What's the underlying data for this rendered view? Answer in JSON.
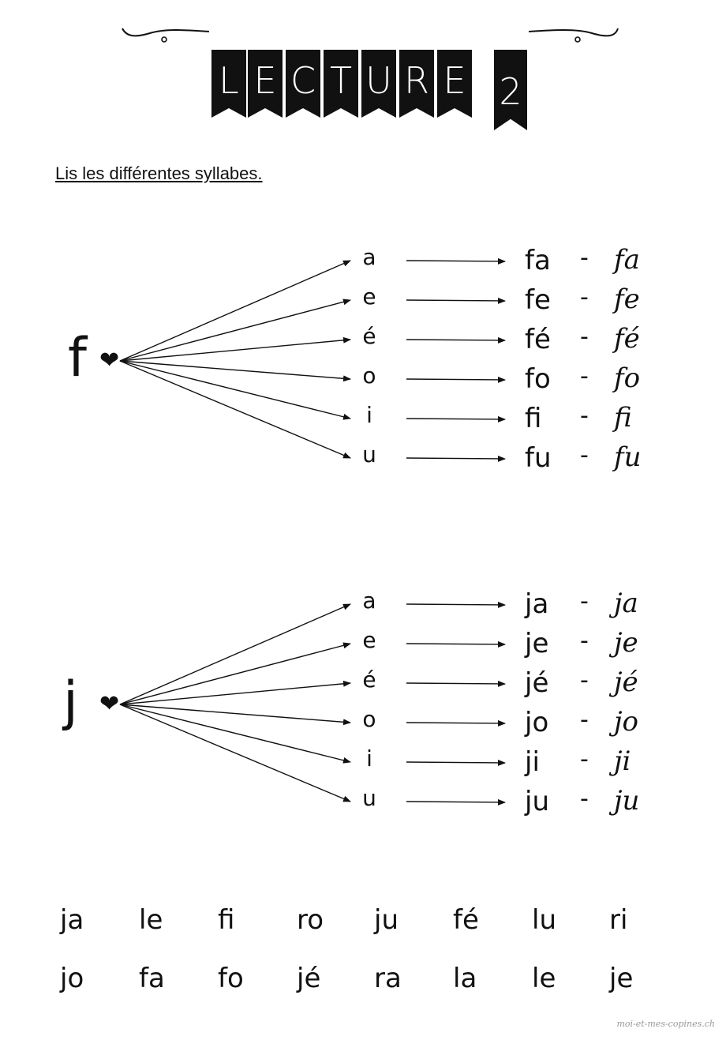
{
  "title": {
    "letters": [
      "L",
      "E",
      "C",
      "T",
      "U",
      "R",
      "E"
    ],
    "number": "2"
  },
  "instruction": "Lis les différentes syllabes.",
  "heart_glyph": "❤",
  "groups": [
    {
      "consonant": "f",
      "vowels": [
        "a",
        "e",
        "é",
        "o",
        "i",
        "u"
      ],
      "syllables": [
        "fa",
        "fe",
        "fé",
        "fo",
        "fi",
        "fu"
      ],
      "separator": "-",
      "cursive": [
        "fa",
        "fe",
        "fé",
        "fo",
        "fi",
        "fu"
      ]
    },
    {
      "consonant": "j",
      "vowels": [
        "a",
        "e",
        "é",
        "o",
        "i",
        "u"
      ],
      "syllables": [
        "ja",
        "je",
        "jé",
        "jo",
        "ji",
        "ju"
      ],
      "separator": "-",
      "cursive": [
        "ja",
        "je",
        "jé",
        "jo",
        "ji",
        "ju"
      ]
    }
  ],
  "practice": {
    "row1": [
      "ja",
      "le",
      "fi",
      "ro",
      "ju",
      "fé",
      "lu",
      "ri"
    ],
    "row2": [
      "jo",
      "fa",
      "fo",
      "jé",
      "ra",
      "la",
      "le",
      "je"
    ]
  },
  "footer": "moi-et-mes-copines.ch"
}
